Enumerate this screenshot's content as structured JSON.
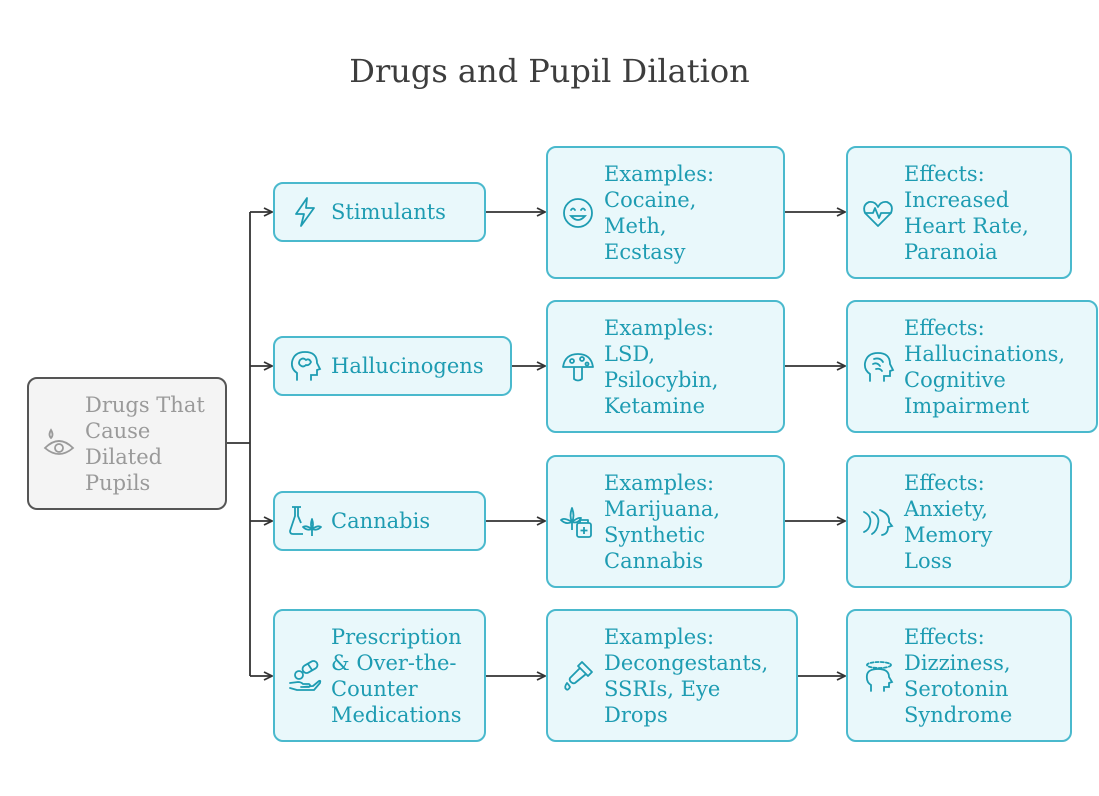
{
  "title": "Drugs and Pupil Dilation",
  "root": {
    "label": "Drugs That\nCause\nDilated\nPupils",
    "icon": "eye-drop-icon"
  },
  "categories": [
    {
      "label": "Stimulants",
      "icon": "lightning-icon",
      "examples": "Examples:\nCocaine,\nMeth,\nEcstasy",
      "examples_icon": "smiley-icon",
      "effects": "Effects:\nIncreased\nHeart Rate,\nParanoia",
      "effects_icon": "heartbeat-icon"
    },
    {
      "label": "Hallucinogens",
      "icon": "brain-head-icon",
      "examples": "Examples:\nLSD,\nPsilocybin,\nKetamine",
      "examples_icon": "mushroom-icon",
      "effects": "Effects:\nHallucinations,\nCognitive\nImpairment",
      "effects_icon": "head-brain-icon"
    },
    {
      "label": "Cannabis",
      "icon": "flask-leaf-icon",
      "examples": "Examples:\nMarijuana,\nSynthetic\nCannabis",
      "examples_icon": "leaf-medicine-icon",
      "effects": "Effects:\nAnxiety,\nMemory\nLoss",
      "effects_icon": "waves-face-icon"
    },
    {
      "label": "Prescription\n& Over-the-\nCounter\nMedications",
      "icon": "pill-hand-icon",
      "examples": "Examples:\nDecongestants,\nSSRIs, Eye\nDrops",
      "examples_icon": "dropper-icon",
      "effects": "Effects:\nDizziness,\nSerotonin\nSyndrome",
      "effects_icon": "dizzy-head-icon"
    }
  ]
}
